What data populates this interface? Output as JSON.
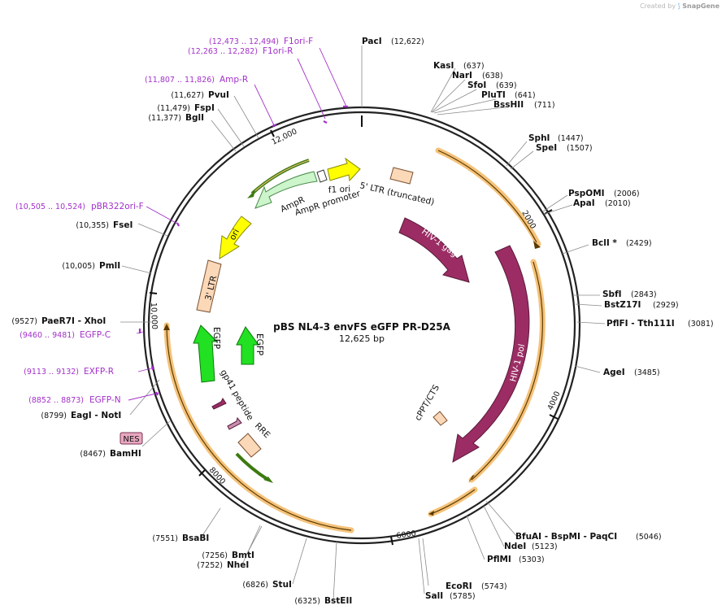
{
  "credit": {
    "text": "Created by",
    "brand": "SnapGene"
  },
  "map": {
    "title": "pBS NL4-3 envFS eGFP PR-D25A",
    "length_label": "12,625 bp",
    "length": 12625
  },
  "ticks": [
    "2000",
    "4000",
    "6000",
    "8000",
    "10,000",
    "12,000"
  ],
  "enzymes": [
    {
      "id": "paci",
      "name": "PacI",
      "pos": "(12,622)"
    },
    {
      "id": "kasi",
      "name": "KasI",
      "pos": "(637)"
    },
    {
      "id": "nari",
      "name": "NarI",
      "pos": "(638)"
    },
    {
      "id": "sfoi",
      "name": "SfoI",
      "pos": "(639)"
    },
    {
      "id": "pluti",
      "name": "PluTI",
      "pos": "(641)"
    },
    {
      "id": "bsshii",
      "name": "BssHII",
      "pos": "(711)"
    },
    {
      "id": "sphi",
      "name": "SphI",
      "pos": "(1447)"
    },
    {
      "id": "spei",
      "name": "SpeI",
      "pos": "(1507)"
    },
    {
      "id": "pspomi",
      "name": "PspOMI",
      "pos": "(2006)"
    },
    {
      "id": "apai",
      "name": "ApaI",
      "pos": "(2010)"
    },
    {
      "id": "bcli",
      "name": "BclI *",
      "pos": "(2429)"
    },
    {
      "id": "sbfi",
      "name": "SbfI",
      "pos": "(2843)"
    },
    {
      "id": "bstz17i",
      "name": "BstZ17I",
      "pos": "(2929)"
    },
    {
      "id": "pflfi",
      "name": "PflFI  - Tth111I",
      "pos": "(3081)"
    },
    {
      "id": "agei",
      "name": "AgeI",
      "pos": "(3485)"
    },
    {
      "id": "bfuai",
      "name": "BfuAI  - BspMI  - PaqCI",
      "pos": "(5046)"
    },
    {
      "id": "ndei",
      "name": "NdeI",
      "pos": "(5123)"
    },
    {
      "id": "pflmi",
      "name": "PflMI",
      "pos": "(5303)"
    },
    {
      "id": "ecori",
      "name": "EcoRI",
      "pos": "(5743)"
    },
    {
      "id": "sali",
      "name": "SalI",
      "pos": "(5785)"
    },
    {
      "id": "bsteii",
      "name": "BstEII",
      "pos": "(6325)"
    },
    {
      "id": "stui",
      "name": "StuI",
      "pos": "(6826)"
    },
    {
      "id": "bmti",
      "name": "BmtI",
      "pos": "(7256)"
    },
    {
      "id": "nhei",
      "name": "NheI",
      "pos": "(7252)"
    },
    {
      "id": "bsabi",
      "name": "BsaBI",
      "pos": "(7551)"
    },
    {
      "id": "bamhi",
      "name": "BamHI",
      "pos": "(8467)"
    },
    {
      "id": "eagi",
      "name": "EagI  - NotI",
      "pos": "(8799)"
    },
    {
      "id": "paer7i",
      "name": "PaeR7I  - XhoI",
      "pos": "(9527)"
    },
    {
      "id": "pmli",
      "name": "PmlI",
      "pos": "(10,005)"
    },
    {
      "id": "fsei",
      "name": "FseI",
      "pos": "(10,355)"
    },
    {
      "id": "bgli",
      "name": "BglI",
      "pos": "(11,377)"
    },
    {
      "id": "fspi",
      "name": "FspI",
      "pos": "(11,479)"
    },
    {
      "id": "pvui",
      "name": "PvuI",
      "pos": "(11,627)"
    }
  ],
  "primers": [
    {
      "id": "f1ori-f",
      "name": "F1ori-F",
      "range": "(12,473 .. 12,494)"
    },
    {
      "id": "f1ori-r",
      "name": "F1ori-R",
      "range": "(12,263 .. 12,282)"
    },
    {
      "id": "amp-r",
      "name": "Amp-R",
      "range": "(11,807 .. 11,826)"
    },
    {
      "id": "pbr322ori-f",
      "name": "pBR322ori-F",
      "range": "(10,505 .. 10,524)"
    },
    {
      "id": "egfp-c",
      "name": "EGFP-C",
      "range": "(9460 .. 9481)"
    },
    {
      "id": "exfp-r",
      "name": "EXFP-R",
      "range": "(9113 .. 9132)"
    },
    {
      "id": "egfp-n",
      "name": "EGFP-N",
      "range": "(8852 .. 8873)"
    }
  ],
  "features": {
    "hiv_gag": "HIV-1 gag",
    "hiv_pol": "HIV-1 pol",
    "ltr5": "5' LTR (truncated)",
    "ltr3": "3' LTR",
    "f1ori": "f1 ori",
    "ampr": "AmpR",
    "ampr_promoter": "AmpR promoter",
    "ori": "ori",
    "egfp_outer": "EGFP",
    "egfp_inner": "EGFP",
    "peptide": "gp41 peptide",
    "rre": "RRE",
    "cppt": "cPPT/CTS",
    "nes": "NES"
  },
  "colors": {
    "backbone": "#222222",
    "orf": "#f5c27a",
    "hiv": "#9b2d64",
    "egfp": "#22e022",
    "ori": "#ffff00",
    "ampr": "#ccf5cc",
    "ltr": "#fbd8b8",
    "primer": "#a330c9",
    "rre": "#4a8a1c",
    "nes": "#e8a8c0"
  }
}
